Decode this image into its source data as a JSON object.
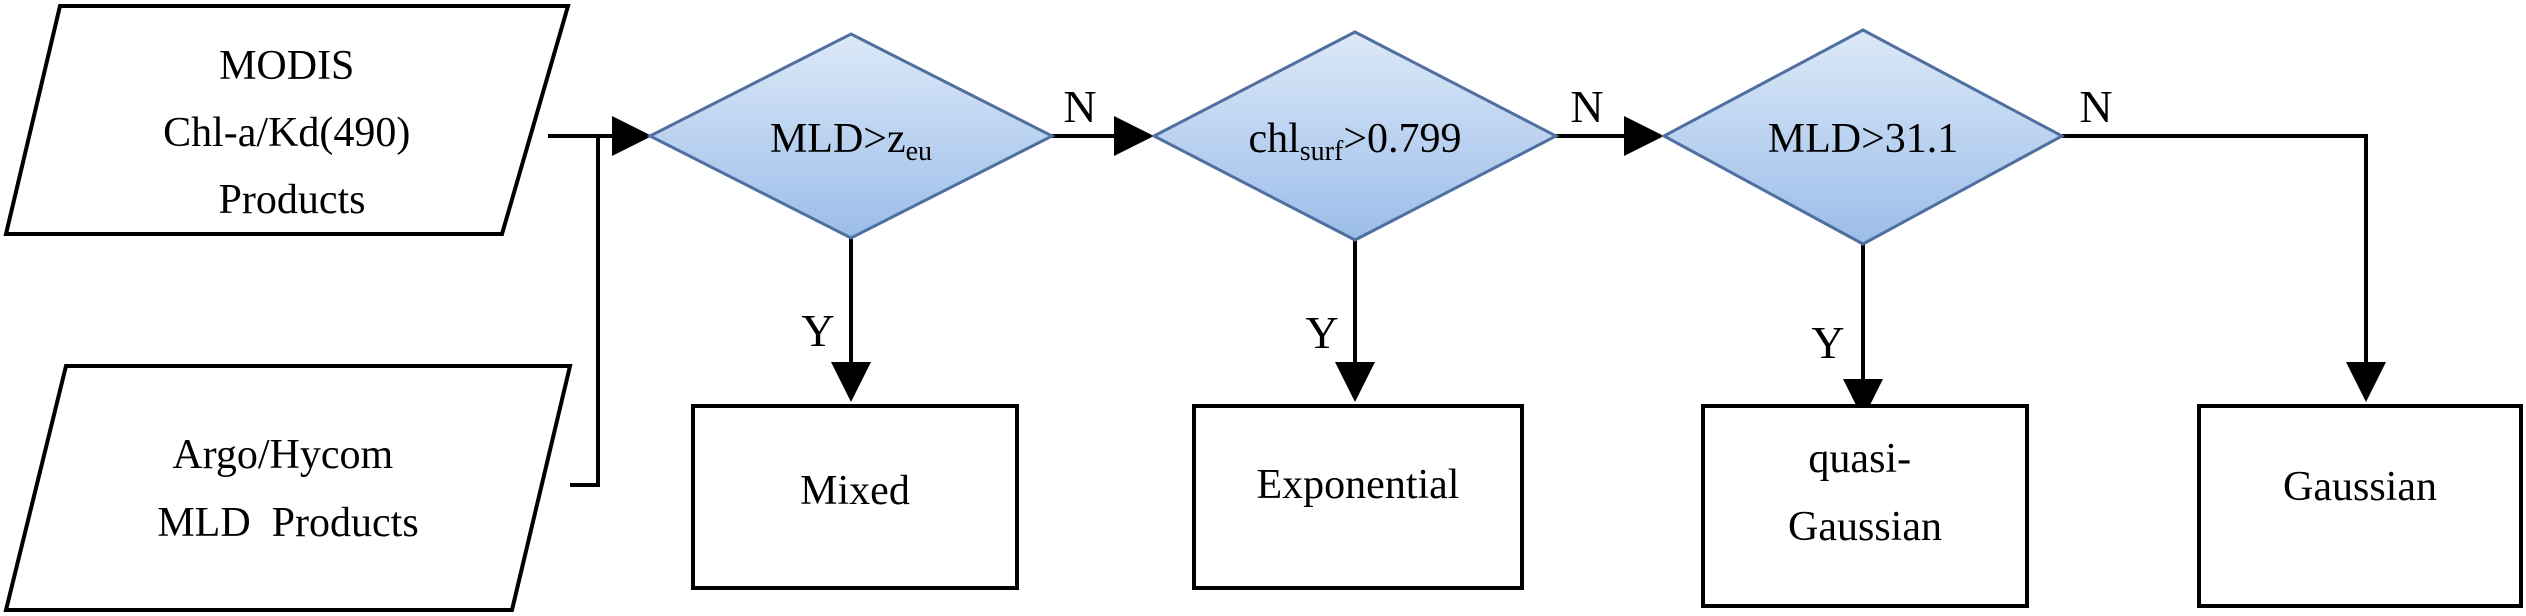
{
  "inputs": [
    {
      "lines": [
        "MODIS",
        "Chl-a/Kd(490)",
        "Products"
      ]
    },
    {
      "lines": [
        "Argo/Hycom",
        "MLD  Products"
      ]
    }
  ],
  "decisions": [
    {
      "base": "MLD>z",
      "sub": "eu",
      "tail": ""
    },
    {
      "base": "chl",
      "sub": "surf",
      "tail": ">0.799"
    },
    {
      "base": "MLD>31.1",
      "sub": "",
      "tail": ""
    }
  ],
  "branch_labels": {
    "no": "N",
    "yes": "Y"
  },
  "outputs": [
    {
      "lines": [
        "Mixed"
      ]
    },
    {
      "lines": [
        "Exponential"
      ]
    },
    {
      "lines": [
        "quasi-",
        "Gaussian"
      ]
    },
    {
      "lines": [
        "Gaussian"
      ]
    }
  ],
  "colors": {
    "decision_fill_top": "#dce9f8",
    "decision_fill_bottom": "#9bbde9",
    "decision_stroke": "#4f6f9f",
    "line": "#000000"
  }
}
